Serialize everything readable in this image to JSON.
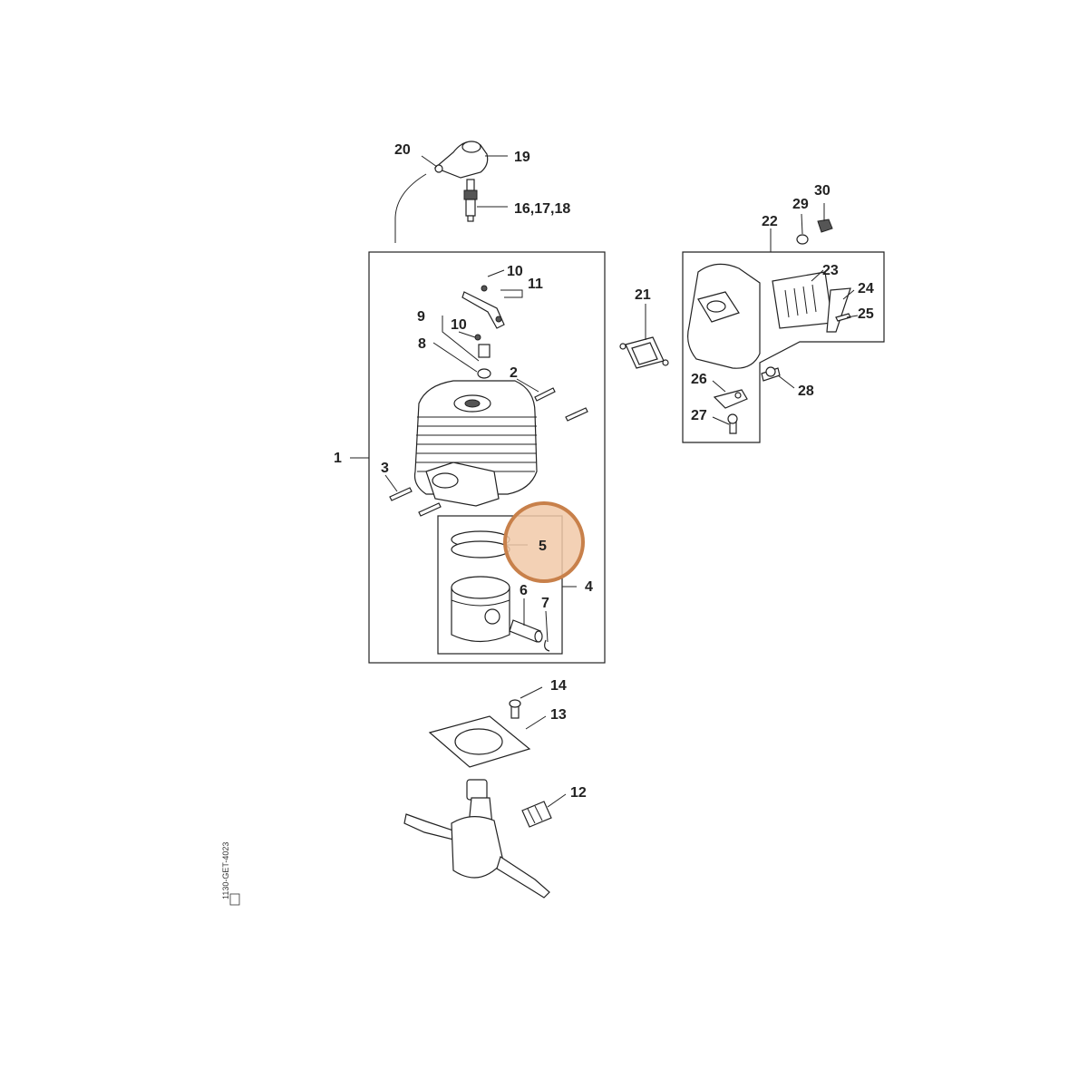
{
  "callouts": {
    "c1": "1",
    "c2": "2",
    "c3": "3",
    "c4": "4",
    "c5": "5",
    "c6": "6",
    "c7": "7",
    "c8": "8",
    "c9": "9",
    "c10a": "10",
    "c10b": "10",
    "c11": "11",
    "c12": "12",
    "c13": "13",
    "c14": "14",
    "c16": "16,17,18",
    "c19": "19",
    "c20": "20",
    "c21": "21",
    "c22": "22",
    "c23": "23",
    "c24": "24",
    "c25": "25",
    "c26": "26",
    "c27": "27",
    "c28": "28",
    "c29": "29",
    "c30": "30"
  },
  "document_id": "1130-GET-4023",
  "highlight": {
    "callout": "5",
    "color": "#c8804a",
    "fill": "#f1c9a8"
  }
}
